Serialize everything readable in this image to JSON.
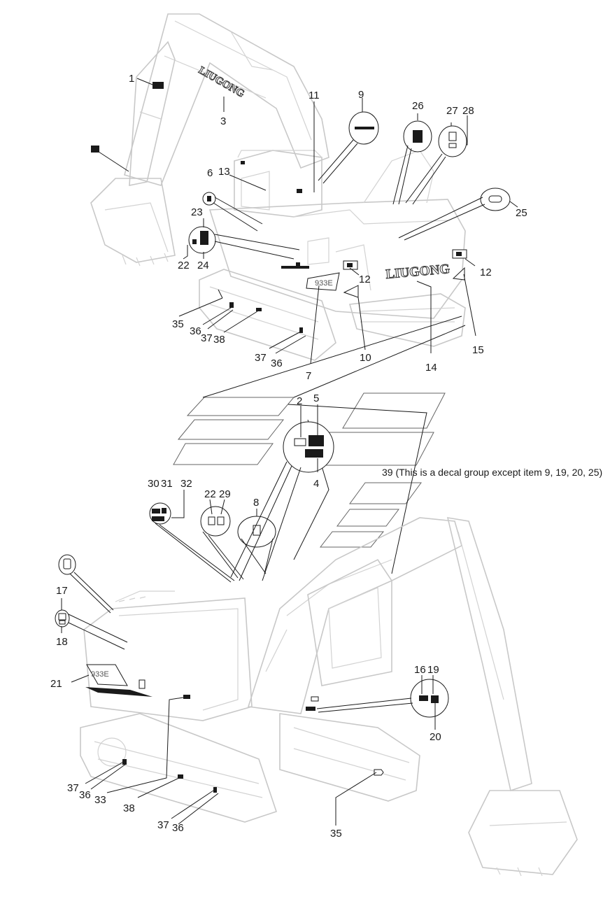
{
  "labels": {
    "l1": "1",
    "l3": "3",
    "l6": "6",
    "l9": "9",
    "l11": "11",
    "l13": "13",
    "l23": "23",
    "l22a": "22",
    "l24": "24",
    "l26": "26",
    "l27": "27",
    "l28": "28",
    "l25": "25",
    "l12a": "12",
    "l12b": "12",
    "l15": "15",
    "l14": "14",
    "l10": "10",
    "l7": "7",
    "l35a": "35",
    "l36a": "36",
    "l37a": "37",
    "l38a": "38",
    "l37b": "37",
    "l36b": "36",
    "l2": "2",
    "l5": "5",
    "l4": "4",
    "l30": "30",
    "l31": "31",
    "l32": "32",
    "l22b": "22",
    "l29": "29",
    "l8": "8",
    "l17": "17",
    "l18": "18",
    "l21": "21",
    "l16": "16",
    "l19": "19",
    "l20": "20",
    "l37c": "37",
    "l36c": "36",
    "l33": "33",
    "l38b": "38",
    "l37d": "37",
    "l36d": "36",
    "l35b": "35"
  },
  "note39": "39 (This is a decal group except item 9, 19, 20, 25)",
  "brand_text": "LIUGONG",
  "model_text": "933E",
  "colors": {
    "ink": "#1a1a1a",
    "outline": "#c8c8c8"
  }
}
